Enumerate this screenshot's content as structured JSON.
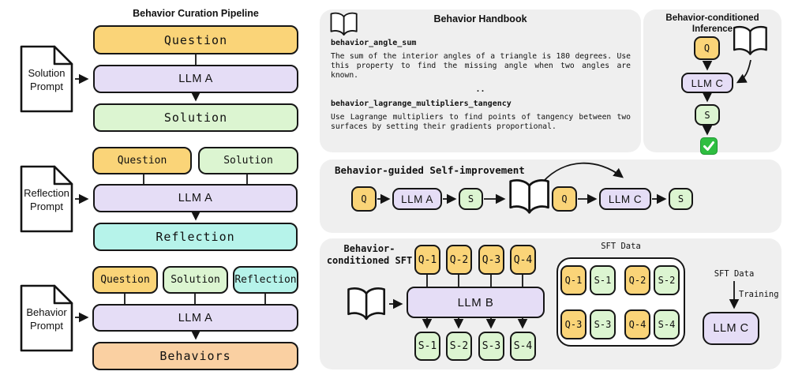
{
  "colors": {
    "question_fill": "#FAD478",
    "model_fill": "#E5DDF6",
    "solution_fill": "#DCF5D1",
    "reflection_fill": "#B6F3EA",
    "behaviors_fill": "#FAD0A2",
    "panel_bg": "#EFEFEF",
    "border": "#161616",
    "check_green": "#2FBE41"
  },
  "left": {
    "title": "Behavior Curation Pipeline",
    "stages": [
      {
        "prompt": [
          "Solution",
          "Prompt"
        ],
        "inputs": [
          "Question"
        ],
        "model": "LLM A",
        "output": "Solution"
      },
      {
        "prompt": [
          "Reflection",
          "Prompt"
        ],
        "inputs": [
          "Question",
          "Solution"
        ],
        "model": "LLM A",
        "output": "Reflection"
      },
      {
        "prompt": [
          "Behavior",
          "Prompt"
        ],
        "inputs": [
          "Question",
          "Solution",
          "Reflection"
        ],
        "model": "LLM A",
        "output": "Behaviors"
      }
    ]
  },
  "handbook": {
    "title": "Behavior Handbook",
    "ellipsis": "..",
    "entries": [
      {
        "name": "behavior_angle_sum",
        "text": "The sum of the interior angles of a triangle is 180 degrees. Use this property to find the missing angle when two angles are known."
      },
      {
        "name": "behavior_lagrange_multipliers_tangency",
        "text": "Use Lagrange multipliers to find points of tangency between two surfaces by setting their gradients proportional."
      }
    ]
  },
  "inference": {
    "title": [
      "Behavior-conditioned",
      "Inference"
    ],
    "question": "Q",
    "model": "LLM C",
    "solution": "S"
  },
  "self_improvement": {
    "title": "Behavior-guided Self-improvement",
    "generate": {
      "question": "Q",
      "model": "LLM A",
      "solution": "S"
    },
    "apply": {
      "question": "Q",
      "model": "LLM C",
      "solution": "S"
    }
  },
  "sft": {
    "title": [
      "Behavior-",
      "conditioned SFT"
    ],
    "questions": [
      "Q-1",
      "Q-2",
      "Q-3",
      "Q-4"
    ],
    "model": "LLM B",
    "solutions": [
      "S-1",
      "S-2",
      "S-3",
      "S-4"
    ],
    "data_box": {
      "title": "SFT Data",
      "cells": [
        "Q-1",
        "S-1",
        "Q-2",
        "S-2",
        "Q-3",
        "S-3",
        "Q-4",
        "S-4"
      ]
    },
    "training": {
      "source": "SFT Data",
      "arrow_label": "Training",
      "model": "LLM C"
    }
  }
}
